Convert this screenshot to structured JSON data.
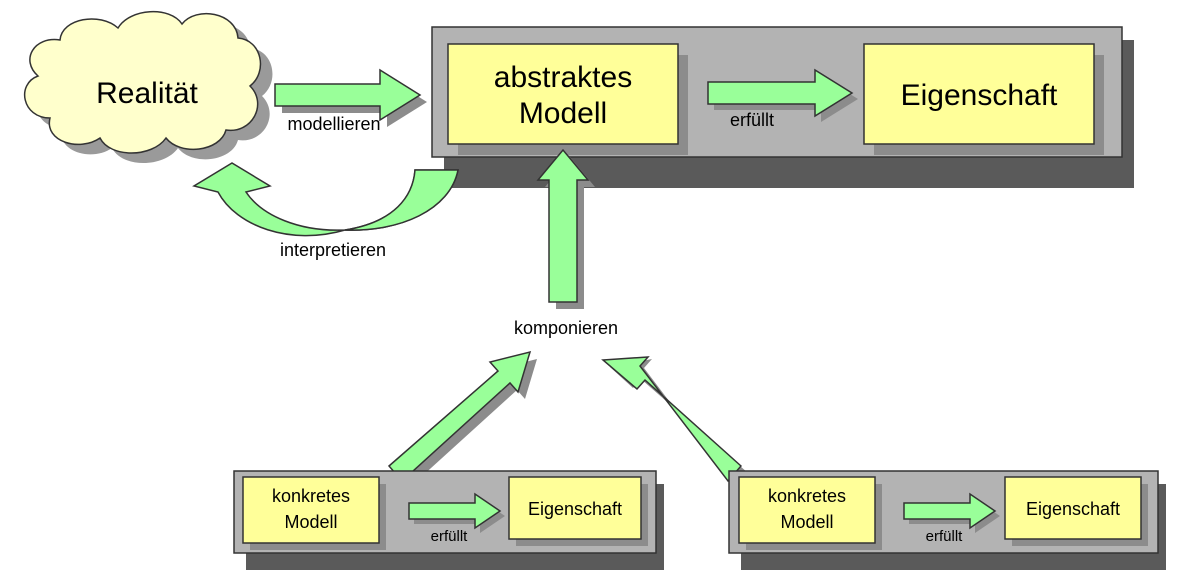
{
  "reality": {
    "label": "Realität"
  },
  "modellieren": {
    "label": "modellieren"
  },
  "interpretieren": {
    "label": "interpretieren"
  },
  "top": {
    "model_line1": "abstraktes",
    "model_line2": "Modell",
    "fulfills": "erfüllt",
    "property": "Eigenschaft"
  },
  "komponieren": {
    "label": "komponieren"
  },
  "left": {
    "model_line1": "konkretes",
    "model_line2": "Modell",
    "fulfills": "erfüllt",
    "property": "Eigenschaft"
  },
  "right": {
    "model_line1": "konkretes",
    "model_line2": "Modell",
    "fulfills": "erfüllt",
    "property": "Eigenschaft"
  },
  "colors": {
    "box_fill": "#ffff99",
    "arrow_fill": "#99ff99",
    "panel_fill": "#b3b3b3",
    "cloud_fill": "#ffffcc"
  }
}
